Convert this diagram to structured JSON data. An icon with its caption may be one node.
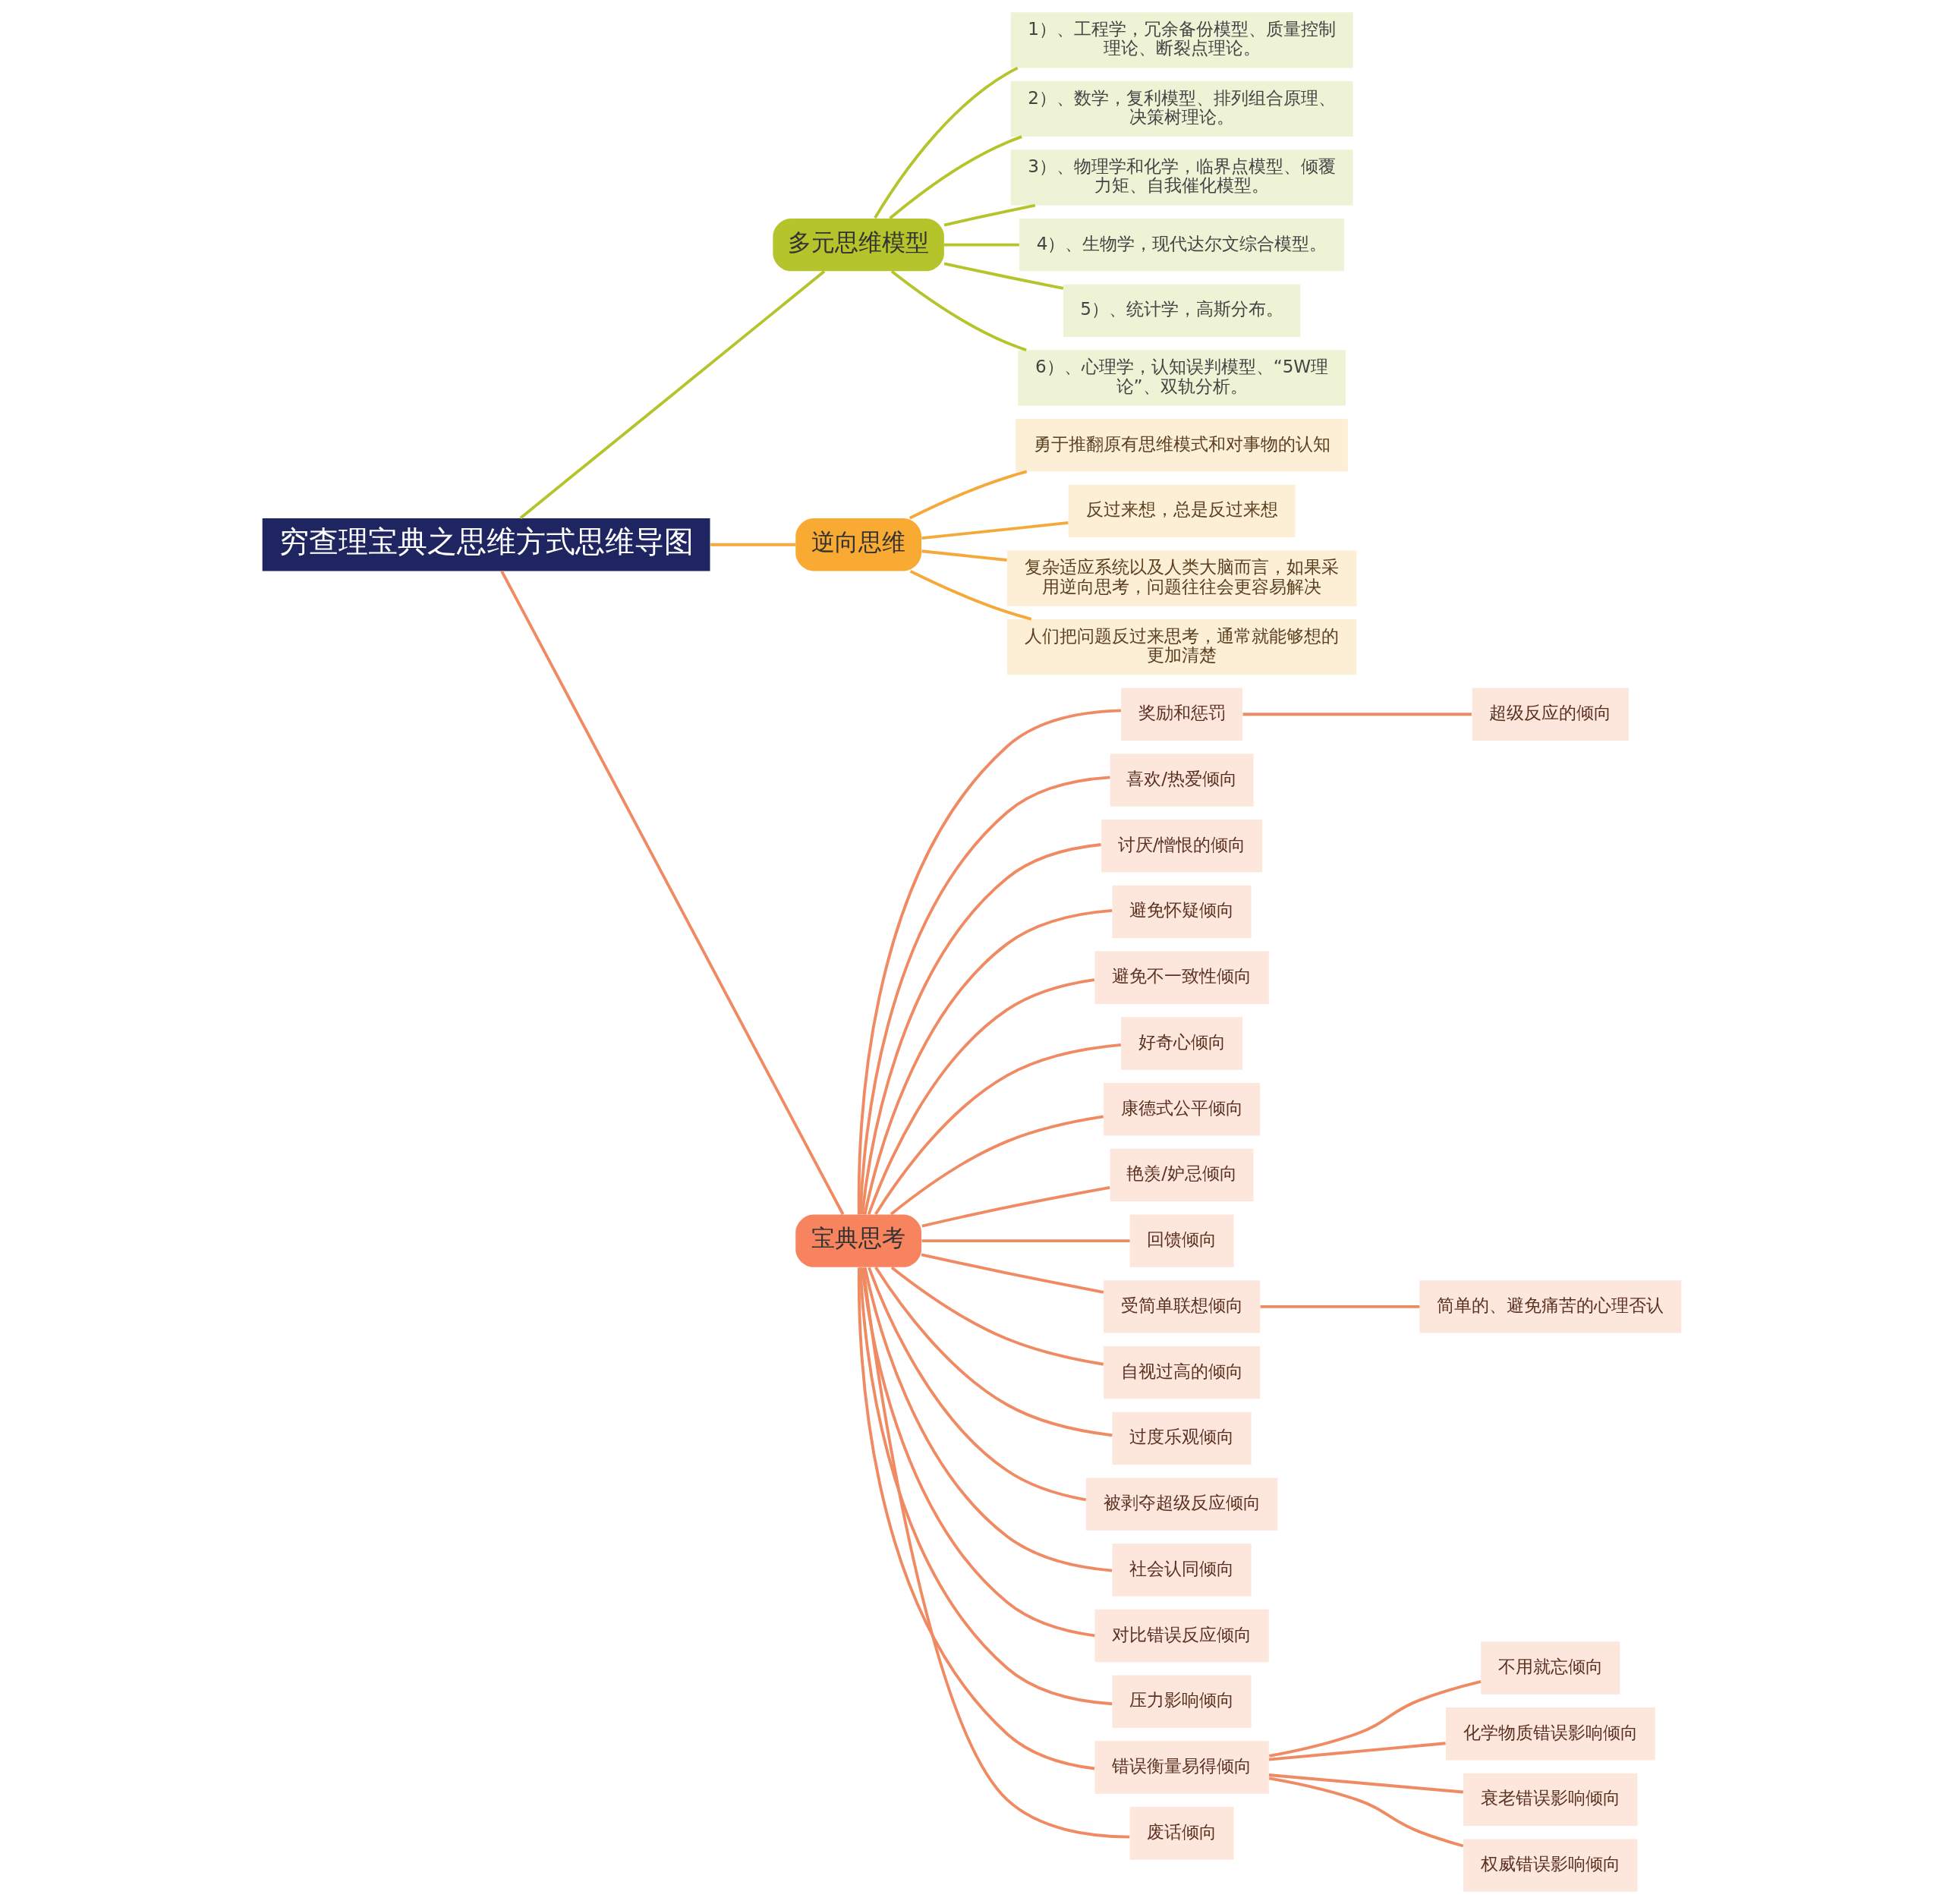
{
  "diagram": {
    "nodes": [
      {
        "text": [
          "穷查理宝典之思维方式思维导图"
        ]
      },
      {
        "text": [
          "多元思维模型"
        ]
      },
      {
        "text": [
          "1）、工程学，冗余备份模型、质量控制理论、断裂点理论。"
        ]
      },
      {
        "text": [
          "2）、数学，复利模型、排列组合原理、决策树理论。"
        ]
      },
      {
        "text": [
          "3）、物理学和化学，临界点模型、倾覆力矩、自我催化模型。"
        ]
      },
      {
        "text": [
          "4）、生物学，现代达尔文综合模型。"
        ]
      },
      {
        "text": [
          "5）、统计学，高斯分布。"
        ]
      },
      {
        "text": [
          "6）、心理学，认知误判模型、“5W理论”、双轨分析。"
        ]
      },
      {
        "text": [
          "逆向思维"
        ]
      },
      {
        "text": [
          "勇于推翻原有思维模式和对事物的认知"
        ]
      },
      {
        "text": [
          "反过来想，总是反过来想"
        ]
      },
      {
        "text": [
          "复杂适应系统以及人类大脑而言，如果采用逆向思考，问题往往会更容易解决"
        ]
      },
      {
        "text": [
          "人们把问题反过来思考，通常就能够想的更加清楚"
        ]
      },
      {
        "text": [
          "宝典思考"
        ]
      },
      {
        "text": [
          "奖励和惩罚"
        ]
      },
      {
        "text": [
          "超级反应的倾向"
        ]
      },
      {
        "text": [
          "喜欢/热爱倾向"
        ]
      },
      {
        "text": [
          "讨厌/憎恨的倾向"
        ]
      },
      {
        "text": [
          "避免怀疑倾向"
        ]
      },
      {
        "text": [
          "避免不一致性倾向"
        ]
      },
      {
        "text": [
          "好奇心倾向"
        ]
      },
      {
        "text": [
          "康德式公平倾向"
        ]
      },
      {
        "text": [
          "艳羡/妒忌倾向"
        ]
      },
      {
        "text": [
          "回馈倾向"
        ]
      },
      {
        "text": [
          "受简单联想倾向"
        ]
      },
      {
        "text": [
          "简单的、避免痛苦的心理否认"
        ]
      },
      {
        "text": [
          "自视过高的倾向"
        ]
      },
      {
        "text": [
          "过度乐观倾向"
        ]
      },
      {
        "text": [
          "被剥夺超级反应倾向"
        ]
      },
      {
        "text": [
          "社会认同倾向"
        ]
      },
      {
        "text": [
          "对比错误反应倾向"
        ]
      },
      {
        "text": [
          "压力影响倾向"
        ]
      },
      {
        "text": [
          "错误衡量易得倾向"
        ]
      },
      {
        "text": [
          "不用就忘倾向"
        ]
      },
      {
        "text": [
          "化学物质错误影响倾向"
        ]
      },
      {
        "text": [
          "衰老错误影响倾向"
        ]
      },
      {
        "text": [
          "权威错误影响倾向"
        ]
      },
      {
        "text": [
          "废话倾向"
        ]
      }
    ],
    "edges": [
      {
        "from": 0,
        "to": 1,
        "arrow": "none",
        "color": "#b5c42a"
      },
      {
        "from": 1,
        "to": 2,
        "arrow": "none",
        "color": "#b5c42a"
      },
      {
        "from": 1,
        "to": 3,
        "arrow": "none",
        "color": "#b5c42a"
      },
      {
        "from": 1,
        "to": 4,
        "arrow": "none",
        "color": "#b5c42a"
      },
      {
        "from": 1,
        "to": 5,
        "arrow": "none",
        "color": "#b5c42a"
      },
      {
        "from": 1,
        "to": 6,
        "arrow": "none",
        "color": "#b5c42a"
      },
      {
        "from": 1,
        "to": 7,
        "arrow": "none",
        "color": "#b5c42a"
      },
      {
        "from": 0,
        "to": 8,
        "arrow": "none",
        "color": "#f5a93a"
      },
      {
        "from": 8,
        "to": 9,
        "arrow": "none",
        "color": "#f5a93a"
      },
      {
        "from": 8,
        "to": 10,
        "arrow": "none",
        "color": "#f5a93a"
      },
      {
        "from": 8,
        "to": 11,
        "arrow": "none",
        "color": "#f5a93a"
      },
      {
        "from": 8,
        "to": 12,
        "arrow": "none",
        "color": "#f5a93a"
      },
      {
        "from": 0,
        "to": 13,
        "arrow": "none"
      },
      {
        "from": 13,
        "to": 14,
        "arrow": "none"
      },
      {
        "from": 14,
        "to": 15,
        "arrow": "none"
      },
      {
        "from": 13,
        "to": 16,
        "arrow": "none"
      },
      {
        "from": 13,
        "to": 17,
        "arrow": "none"
      },
      {
        "from": 13,
        "to": 18,
        "arrow": "none"
      },
      {
        "from": 13,
        "to": 19,
        "arrow": "none"
      },
      {
        "from": 13,
        "to": 20,
        "arrow": "none"
      },
      {
        "from": 13,
        "to": 21,
        "arrow": "none"
      },
      {
        "from": 13,
        "to": 22,
        "arrow": "none"
      },
      {
        "from": 13,
        "to": 23,
        "arrow": "none"
      },
      {
        "from": 13,
        "to": 24,
        "arrow": "none"
      },
      {
        "from": 24,
        "to": 25,
        "arrow": "none"
      },
      {
        "from": 13,
        "to": 26,
        "arrow": "none"
      },
      {
        "from": 13,
        "to": 27,
        "arrow": "none"
      },
      {
        "from": 13,
        "to": 28,
        "arrow": "none"
      },
      {
        "from": 13,
        "to": 29,
        "arrow": "none"
      },
      {
        "from": 13,
        "to": 30,
        "arrow": "none"
      },
      {
        "from": 13,
        "to": 31,
        "arrow": "none"
      },
      {
        "from": 13,
        "to": 32,
        "arrow": "none"
      },
      {
        "from": 32,
        "to": 33,
        "arrow": "none"
      },
      {
        "from": 32,
        "to": 34,
        "arrow": "none"
      },
      {
        "from": 32,
        "to": 35,
        "arrow": "none"
      },
      {
        "from": 32,
        "to": 36,
        "arrow": "none"
      },
      {
        "from": 13,
        "to": 37,
        "arrow": "none"
      }
    ]
  }
}
